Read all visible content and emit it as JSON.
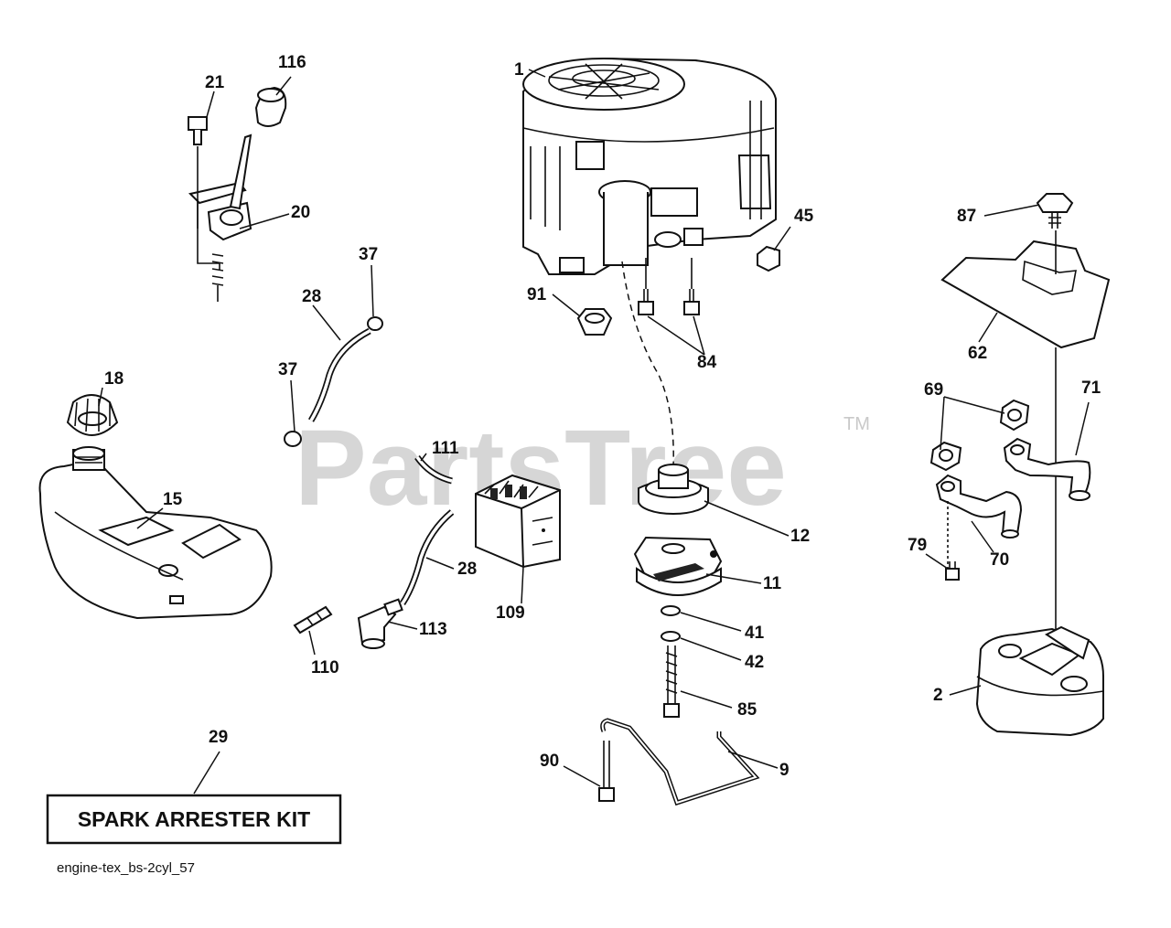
{
  "watermark": {
    "text": "PartsTree",
    "tm": "TM"
  },
  "callouts": {
    "c1": "1",
    "c2": "2",
    "c9": "9",
    "c11": "11",
    "c12": "12",
    "c15": "15",
    "c18": "18",
    "c20": "20",
    "c21": "21",
    "c28a": "28",
    "c28b": "28",
    "c29": "29",
    "c37a": "37",
    "c37b": "37",
    "c41": "41",
    "c42": "42",
    "c45": "45",
    "c62": "62",
    "c69": "69",
    "c70": "70",
    "c71": "71",
    "c79": "79",
    "c84": "84",
    "c85": "85",
    "c87": "87",
    "c90": "90",
    "c91": "91",
    "c109": "109",
    "c110": "110",
    "c111": "111",
    "c113": "113",
    "c116": "116"
  },
  "kit_box": {
    "label": "SPARK ARRESTER KIT"
  },
  "diagram_code": "engine-tex_bs-2cyl_57"
}
